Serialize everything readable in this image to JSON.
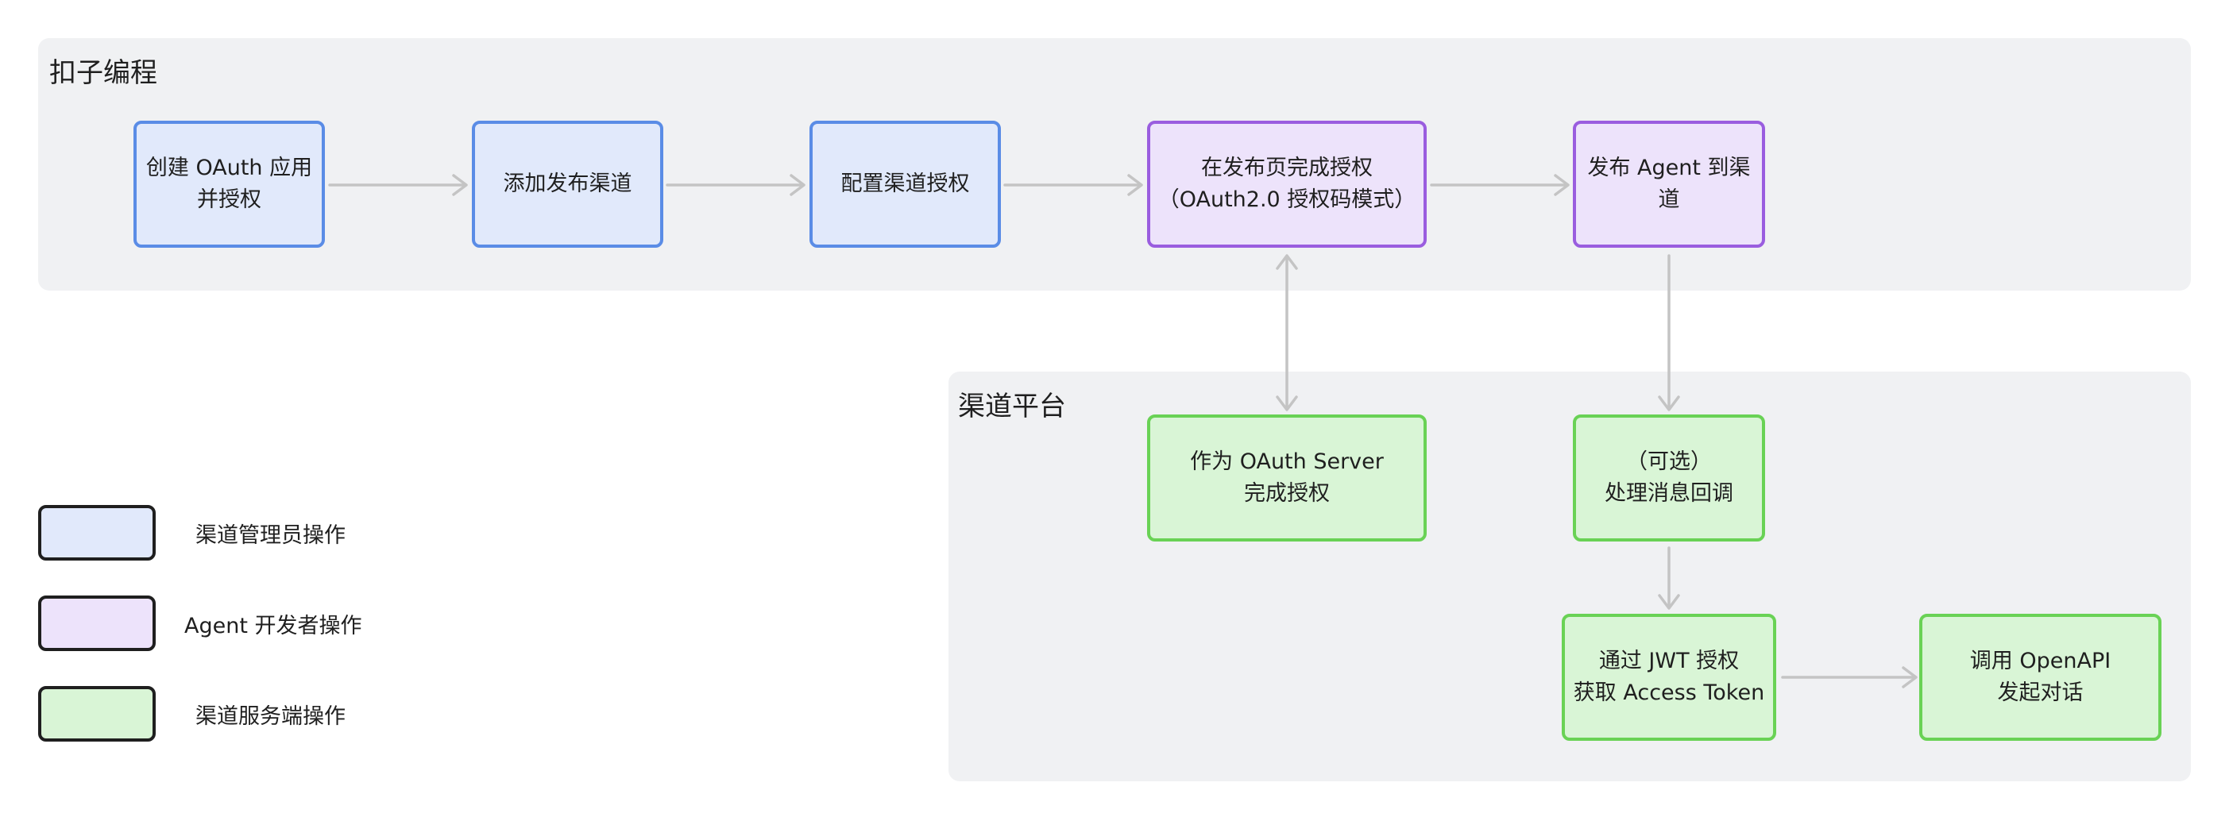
{
  "groups": {
    "coze": {
      "title": "扣子编程"
    },
    "channel": {
      "title": "渠道平台"
    }
  },
  "nodes": {
    "create_oauth": {
      "line1": "创建 OAuth 应用",
      "line2": "并授权"
    },
    "add_channel": {
      "line1": "添加发布渠道"
    },
    "config_auth": {
      "line1": "配置渠道授权"
    },
    "publish_auth": {
      "line1": "在发布页完成授权",
      "line2": "（OAuth2.0 授权码模式）"
    },
    "publish_agent": {
      "line1": "发布 Agent 到渠",
      "line2": "道"
    },
    "oauth_server": {
      "line1": "作为 OAuth Server",
      "line2": "完成授权"
    },
    "callback": {
      "line1": "（可选）",
      "line2": "处理消息回调"
    },
    "jwt_token": {
      "line1": "通过 JWT 授权",
      "line2": "获取  Access Token"
    },
    "call_openapi": {
      "line1": "调用 OpenAPI",
      "line2": "发起对话"
    }
  },
  "legend": {
    "admin": "渠道管理员操作",
    "developer": "Agent 开发者操作",
    "service": "渠道服务端操作"
  },
  "colors": {
    "admin_fill": "#e1e9fb",
    "admin_border": "#5a8ce6",
    "dev_fill": "#ede3fb",
    "dev_border": "#9a5ddf",
    "svc_fill": "#d9f5d6",
    "svc_border": "#69d255",
    "arrow": "#c4c4c4",
    "group_bg": "#f0f1f3"
  }
}
